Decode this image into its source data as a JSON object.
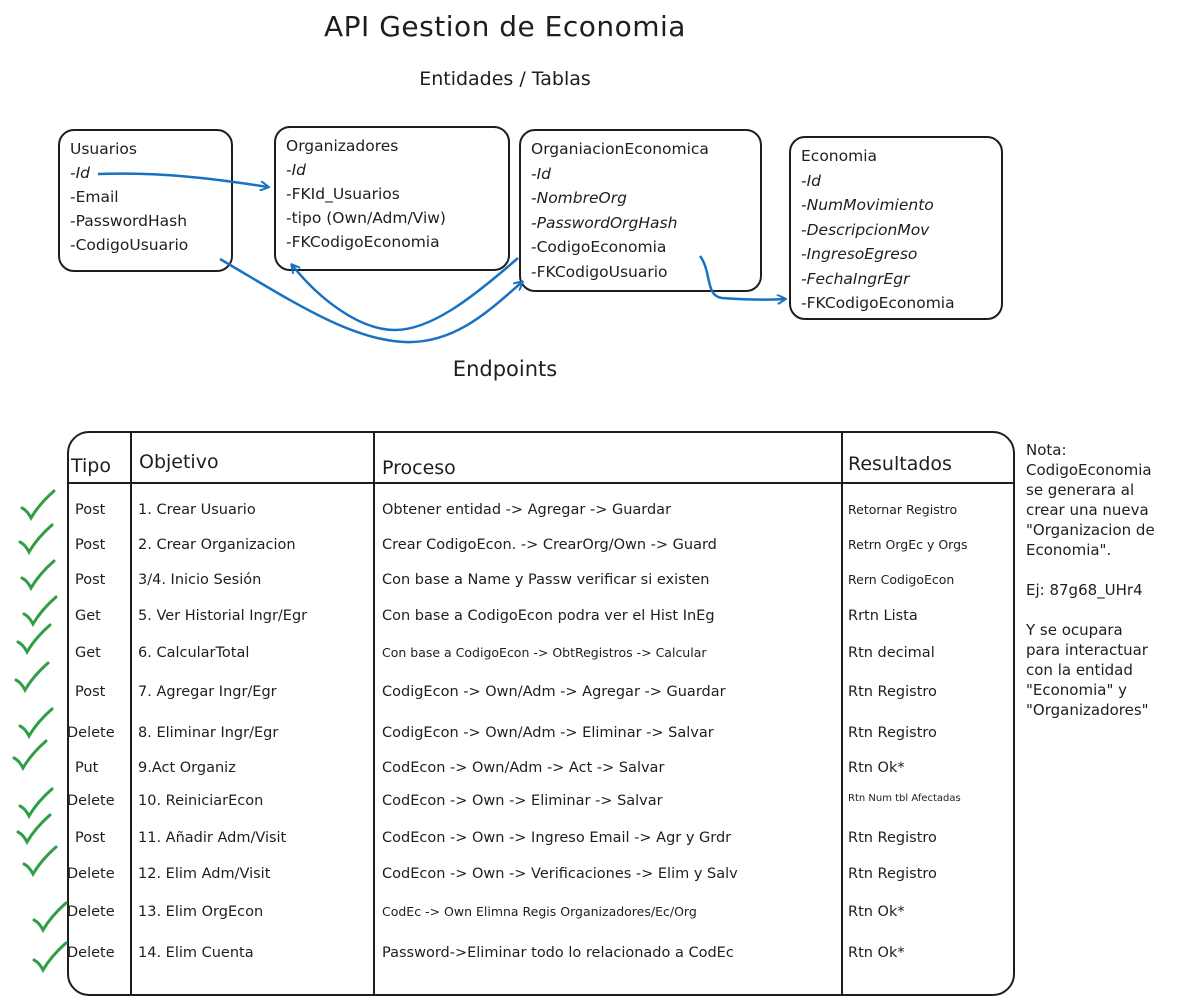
{
  "header": {
    "title": "API Gestion de Economia",
    "subtitle": "Entidades / Tablas",
    "endpoints_label": "Endpoints"
  },
  "entities": [
    {
      "name": "Usuarios",
      "fields": [
        "-Id",
        "-Email",
        "-PasswordHash",
        "-CodigoUsuario"
      ]
    },
    {
      "name": "Organizadores",
      "fields": [
        "-Id",
        "-FKId_Usuarios",
        "-tipo (Own/Adm/Viw)",
        "-FKCodigoEconomia"
      ]
    },
    {
      "name": "OrganiacionEconomica",
      "fields": [
        "-Id",
        "-NombreOrg",
        "-PasswordOrgHash",
        "-CodigoEconomia",
        "-FKCodigoUsuario"
      ]
    },
    {
      "name": "Economia",
      "fields": [
        "-Id",
        "-NumMovimiento",
        "-DescripcionMov",
        "-IngresoEgreso",
        "-FechaIngrEgr",
        "-FKCodigoEconomia"
      ]
    }
  ],
  "table": {
    "headers": [
      "Tipo",
      "Objetivo",
      "Proceso",
      "Resultados"
    ],
    "rows": [
      {
        "tipo": "Post",
        "objetivo": "1. Crear Usuario",
        "proceso": "Obtener entidad -> Agregar -> Guardar",
        "resultado": "Retornar Registro"
      },
      {
        "tipo": "Post",
        "objetivo": "2. Crear Organizacion",
        "proceso": "Crear CodigoEcon. -> CrearOrg/Own -> Guard",
        "resultado": "Retrn OrgEc y Orgs"
      },
      {
        "tipo": "Post",
        "objetivo": "3/4. Inicio Sesión",
        "proceso": "Con base a Name y Passw verificar si existen",
        "resultado": "Rern CodigoEcon"
      },
      {
        "tipo": "Get",
        "objetivo": "5. Ver Historial Ingr/Egr",
        "proceso": "Con base a CodigoEcon podra ver el Hist InEg",
        "resultado": "Rrtn Lista"
      },
      {
        "tipo": "Get",
        "objetivo": "6. CalcularTotal",
        "proceso": "Con base a CodigoEcon -> ObtRegistros -> Calcular",
        "resultado": "Rtn decimal"
      },
      {
        "tipo": "Post",
        "objetivo": "7. Agregar Ingr/Egr",
        "proceso": "CodigEcon -> Own/Adm -> Agregar -> Guardar",
        "resultado": "Rtn Registro"
      },
      {
        "tipo": "Delete",
        "objetivo": "8. Eliminar Ingr/Egr",
        "proceso": "CodigEcon -> Own/Adm -> Eliminar -> Salvar",
        "resultado": "Rtn Registro"
      },
      {
        "tipo": "Put",
        "objetivo": "9.Act Organiz",
        "proceso": "CodEcon -> Own/Adm -> Act -> Salvar",
        "resultado": "Rtn Ok*"
      },
      {
        "tipo": "Delete",
        "objetivo": "10. ReiniciarEcon",
        "proceso": "CodEcon -> Own -> Eliminar -> Salvar",
        "resultado": "Rtn Num tbl Afectadas"
      },
      {
        "tipo": "Post",
        "objetivo": "11. Añadir Adm/Visit",
        "proceso": "CodEcon -> Own -> Ingreso Email -> Agr y Grdr",
        "resultado": "Rtn Registro"
      },
      {
        "tipo": "Delete",
        "objetivo": "12. Elim Adm/Visit",
        "proceso": "CodEcon -> Own -> Verificaciones -> Elim y Salv",
        "resultado": "Rtn Registro"
      },
      {
        "tipo": "Delete",
        "objetivo": "13. Elim OrgEcon",
        "proceso": "CodEc -> Own Elimna Regis Organizadores/Ec/Org",
        "resultado": "Rtn Ok*"
      },
      {
        "tipo": "Delete",
        "objetivo": "14. Elim Cuenta",
        "proceso": "Password->Eliminar todo lo relacionado a CodEc",
        "resultado": "Rtn Ok*"
      }
    ]
  },
  "note": {
    "lines": [
      "Nota:",
      "CodigoEconomia",
      "se generara al",
      "crear una nueva",
      "\"Organizacion de",
      "Economia\".",
      "",
      "Ej: 87g68_UHr4",
      "",
      "Y se ocupara",
      "para interactuar",
      "con la entidad",
      "\"Economia\" y",
      "\"Organizadores\""
    ]
  },
  "colors": {
    "arrow": "#1971c2",
    "check": "#2f9e44",
    "ink": "#1e1e1e"
  }
}
